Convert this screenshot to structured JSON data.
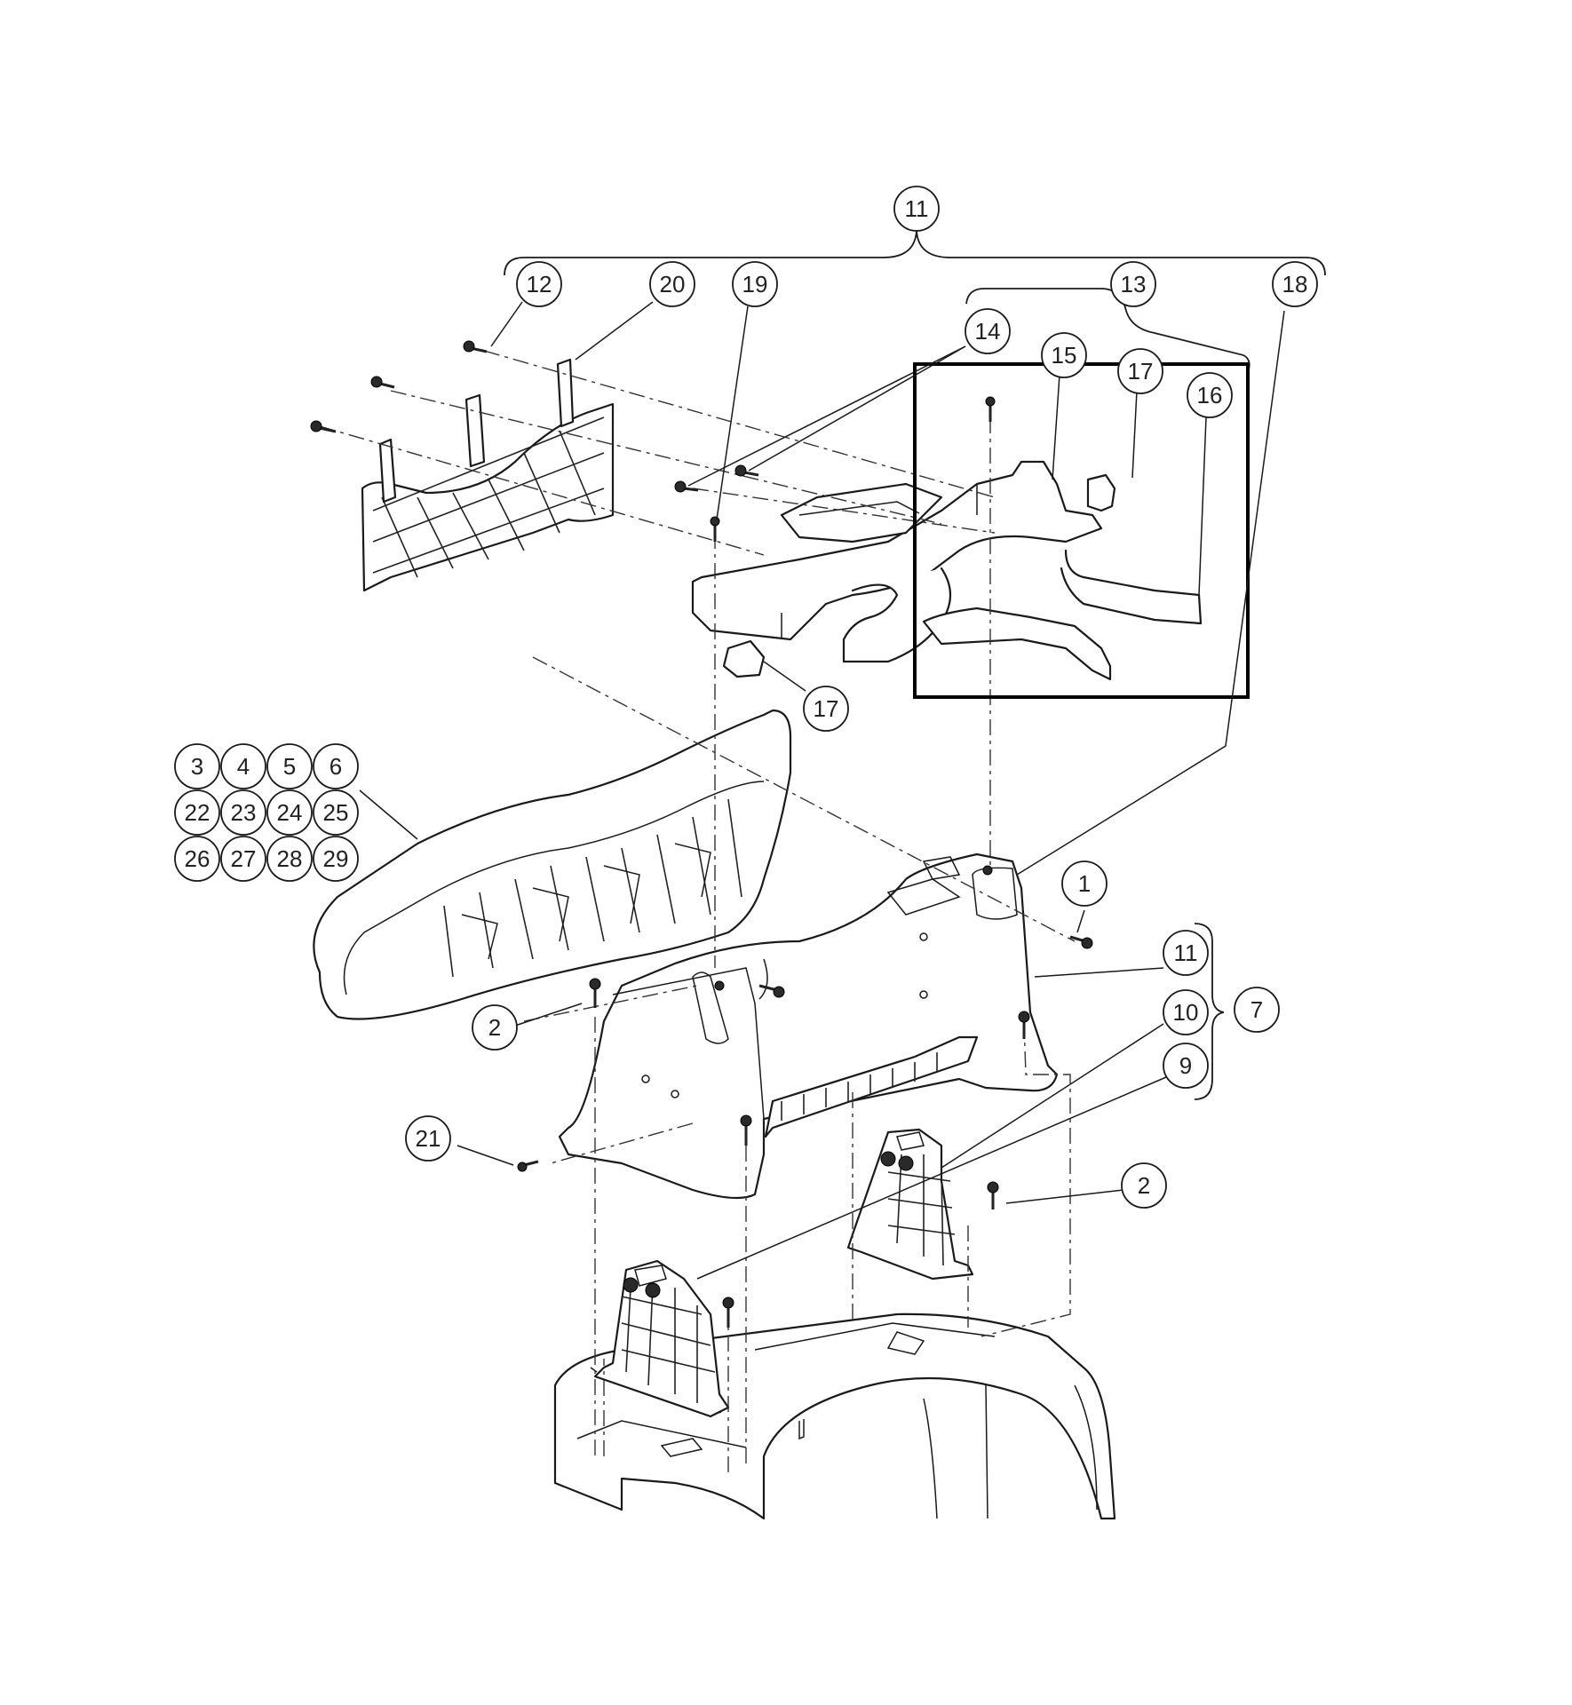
{
  "callouts": [
    {
      "id": "c11-top",
      "label": "11"
    },
    {
      "id": "c12",
      "label": "12"
    },
    {
      "id": "c20",
      "label": "20"
    },
    {
      "id": "c19",
      "label": "19"
    },
    {
      "id": "c13",
      "label": "13"
    },
    {
      "id": "c18",
      "label": "18"
    },
    {
      "id": "c14",
      "label": "14"
    },
    {
      "id": "c15",
      "label": "15"
    },
    {
      "id": "c17-top",
      "label": "17"
    },
    {
      "id": "c16",
      "label": "16"
    },
    {
      "id": "c17-mid",
      "label": "17"
    },
    {
      "id": "c3",
      "label": "3"
    },
    {
      "id": "c4",
      "label": "4"
    },
    {
      "id": "c5",
      "label": "5"
    },
    {
      "id": "c6",
      "label": "6"
    },
    {
      "id": "c22",
      "label": "22"
    },
    {
      "id": "c23",
      "label": "23"
    },
    {
      "id": "c24",
      "label": "24"
    },
    {
      "id": "c25",
      "label": "25"
    },
    {
      "id": "c26",
      "label": "26"
    },
    {
      "id": "c27",
      "label": "27"
    },
    {
      "id": "c28",
      "label": "28"
    },
    {
      "id": "c29",
      "label": "29"
    },
    {
      "id": "c1",
      "label": "1"
    },
    {
      "id": "c11-right",
      "label": "11"
    },
    {
      "id": "c10",
      "label": "10"
    },
    {
      "id": "c7",
      "label": "7"
    },
    {
      "id": "c9",
      "label": "9"
    },
    {
      "id": "c2-left",
      "label": "2"
    },
    {
      "id": "c21",
      "label": "21"
    },
    {
      "id": "c2-right",
      "label": "2"
    }
  ],
  "colors": {
    "line": "#1a1a1a",
    "background": "#ffffff",
    "highlight_box": "#000000"
  }
}
